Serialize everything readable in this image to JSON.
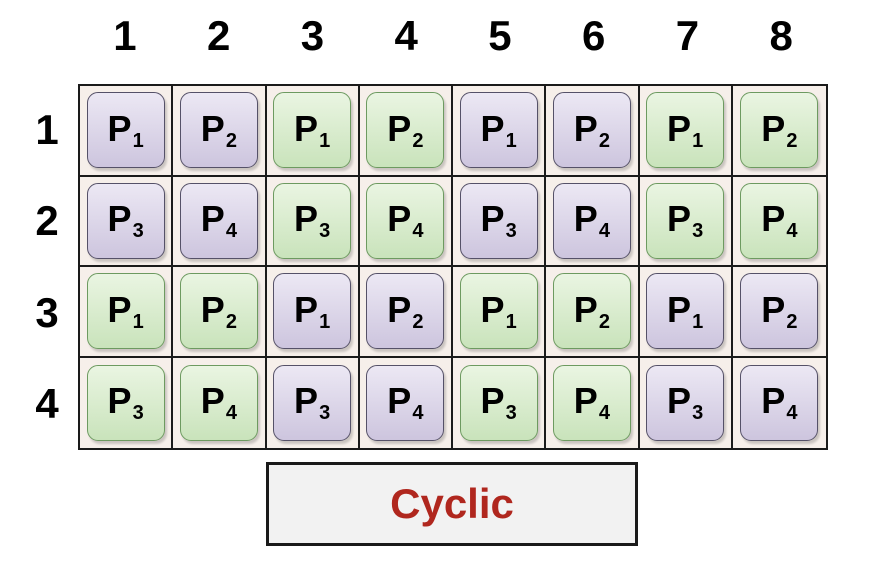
{
  "column_labels": [
    "1",
    "2",
    "3",
    "4",
    "5",
    "6",
    "7",
    "8"
  ],
  "row_labels": [
    "1",
    "2",
    "3",
    "4"
  ],
  "colors": {
    "purple": "#d9d3e8",
    "green": "#d4ebc6",
    "grid_background": "#f6efea",
    "caption_text": "#b0271e"
  },
  "grid": [
    [
      {
        "base": "P",
        "sub": "1",
        "color": "purple"
      },
      {
        "base": "P",
        "sub": "2",
        "color": "purple"
      },
      {
        "base": "P",
        "sub": "1",
        "color": "green"
      },
      {
        "base": "P",
        "sub": "2",
        "color": "green"
      },
      {
        "base": "P",
        "sub": "1",
        "color": "purple"
      },
      {
        "base": "P",
        "sub": "2",
        "color": "purple"
      },
      {
        "base": "P",
        "sub": "1",
        "color": "green"
      },
      {
        "base": "P",
        "sub": "2",
        "color": "green"
      }
    ],
    [
      {
        "base": "P",
        "sub": "3",
        "color": "purple"
      },
      {
        "base": "P",
        "sub": "4",
        "color": "purple"
      },
      {
        "base": "P",
        "sub": "3",
        "color": "green"
      },
      {
        "base": "P",
        "sub": "4",
        "color": "green"
      },
      {
        "base": "P",
        "sub": "3",
        "color": "purple"
      },
      {
        "base": "P",
        "sub": "4",
        "color": "purple"
      },
      {
        "base": "P",
        "sub": "3",
        "color": "green"
      },
      {
        "base": "P",
        "sub": "4",
        "color": "green"
      }
    ],
    [
      {
        "base": "P",
        "sub": "1",
        "color": "green"
      },
      {
        "base": "P",
        "sub": "2",
        "color": "green"
      },
      {
        "base": "P",
        "sub": "1",
        "color": "purple"
      },
      {
        "base": "P",
        "sub": "2",
        "color": "purple"
      },
      {
        "base": "P",
        "sub": "1",
        "color": "green"
      },
      {
        "base": "P",
        "sub": "2",
        "color": "green"
      },
      {
        "base": "P",
        "sub": "1",
        "color": "purple"
      },
      {
        "base": "P",
        "sub": "2",
        "color": "purple"
      }
    ],
    [
      {
        "base": "P",
        "sub": "3",
        "color": "green"
      },
      {
        "base": "P",
        "sub": "4",
        "color": "green"
      },
      {
        "base": "P",
        "sub": "3",
        "color": "purple"
      },
      {
        "base": "P",
        "sub": "4",
        "color": "purple"
      },
      {
        "base": "P",
        "sub": "3",
        "color": "green"
      },
      {
        "base": "P",
        "sub": "4",
        "color": "green"
      },
      {
        "base": "P",
        "sub": "3",
        "color": "purple"
      },
      {
        "base": "P",
        "sub": "4",
        "color": "purple"
      }
    ]
  ],
  "caption": "Cyclic"
}
